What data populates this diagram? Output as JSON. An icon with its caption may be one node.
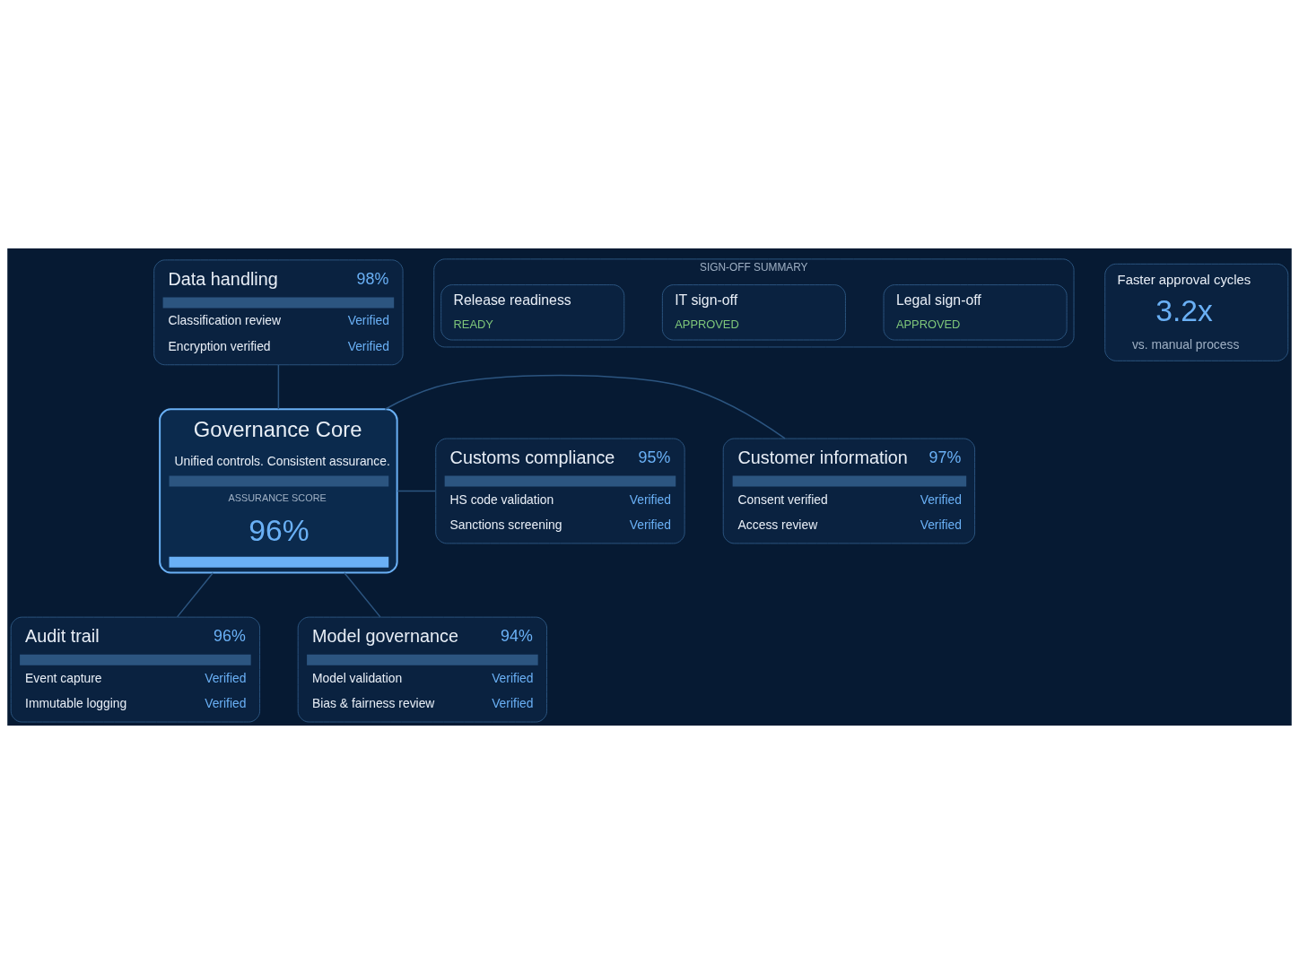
{
  "diagram": {
    "nodes": [
      {
        "text": [
          "Data handling",
          "98%",
          "Classification review",
          "Verified",
          "Encryption verified",
          "Verified"
        ]
      },
      {
        "text": [
          "Customer information",
          "97%",
          "Consent verified",
          "Verified",
          "Access review",
          "Verified"
        ]
      },
      {
        "text": [
          "Governance Core",
          "Unified controls. Consistent assurance.",
          "ASSURANCE SCORE",
          "96%"
        ]
      },
      {
        "text": [
          "Customs compliance",
          "95%",
          "HS code validation",
          "Verified",
          "Sanctions screening",
          "Verified"
        ]
      },
      {
        "text": [
          "Audit trail",
          "96%",
          "Event capture",
          "Verified",
          "Immutable logging",
          "Verified"
        ]
      },
      {
        "text": [
          "Model governance",
          "94%",
          "Model validation",
          "Verified",
          "Bias & fairness review",
          "Verified"
        ]
      },
      {
        "text": [
          "SIGN-OFF SUMMARY"
        ]
      },
      {
        "text": [
          "Legal sign-off",
          "APPROVED"
        ],
        "in": 6
      },
      {
        "text": [
          "IT sign-off",
          "APPROVED"
        ],
        "in": 6
      },
      {
        "text": [
          "Release readiness",
          "READY"
        ],
        "in": 6
      },
      {
        "text": [
          "Faster approval cycles",
          "3.2x",
          "vs. manual process"
        ]
      }
    ],
    "edges": [
      {
        "from": 0,
        "to": 2,
        "arrow": "none"
      },
      {
        "from": 1,
        "to": 2,
        "arrow": "none"
      },
      {
        "from": 2,
        "to": 3,
        "arrow": "none"
      },
      {
        "from": 2,
        "to": 4,
        "arrow": "none"
      },
      {
        "from": 2,
        "to": 5,
        "arrow": "none"
      }
    ]
  }
}
